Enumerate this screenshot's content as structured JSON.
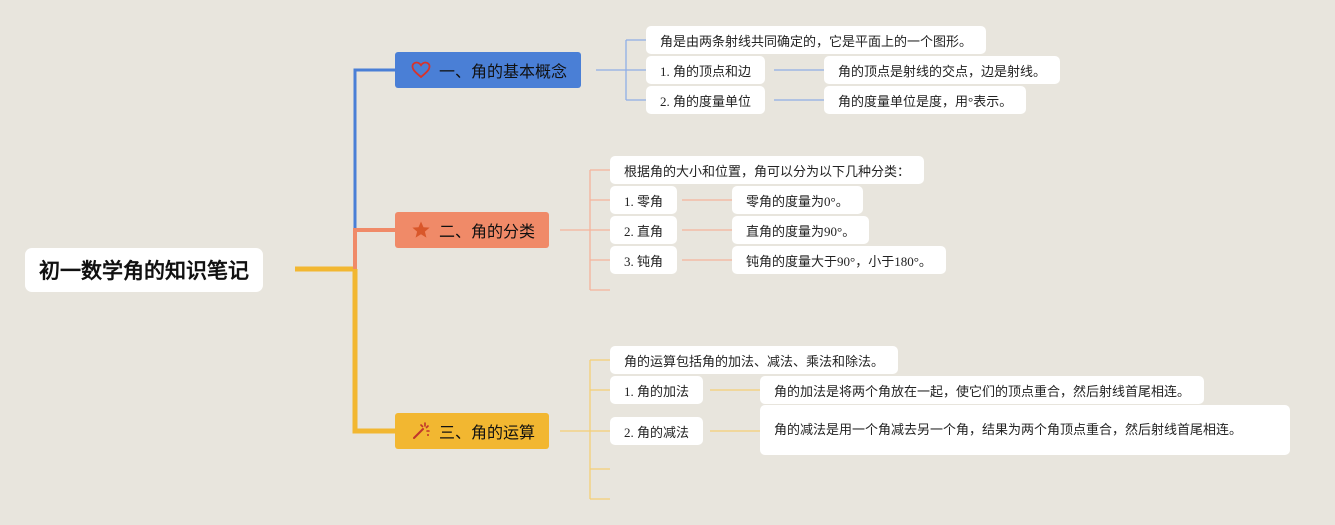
{
  "title": "初一数学角的知识笔记",
  "colors": {
    "background": "#e8e5dd",
    "branch1": "#4a7fd6",
    "branch2": "#f08a68",
    "branch3": "#f2b731",
    "root_line": "#f2b731"
  },
  "branch1": {
    "label": "一、角的基本概念",
    "icon": "heart-icon",
    "summary": "角是由两条射线共同确定的，它是平面上的一个图形。",
    "item1": "1. 角的顶点和边",
    "item1_detail": "角的顶点是射线的交点，边是射线。",
    "item2": "2. 角的度量单位",
    "item2_detail": "角的度量单位是度，用°表示。"
  },
  "branch2": {
    "label": "二、角的分类",
    "icon": "star-icon",
    "summary": "根据角的大小和位置，角可以分为以下几种分类：",
    "item1": "1. 零角",
    "item1_detail": "零角的度量为0°。",
    "item2": "2. 直角",
    "item2_detail": "直角的度量为90°。",
    "item3": "3. 钝角",
    "item3_detail": "钝角的度量大于90°，小于180°。"
  },
  "branch3": {
    "label": "三、角的运算",
    "icon": "magic-wand-icon",
    "summary": "角的运算包括角的加法、减法、乘法和除法。",
    "item1": "1. 角的加法",
    "item1_detail": "角的加法是将两个角放在一起，使它们的顶点重合，然后射线首尾相连。",
    "item2": "2. 角的减法",
    "item2_detail": "角的减法是用一个角减去另一个角，结果为两个角顶点重合，然后射线首尾相连。"
  }
}
